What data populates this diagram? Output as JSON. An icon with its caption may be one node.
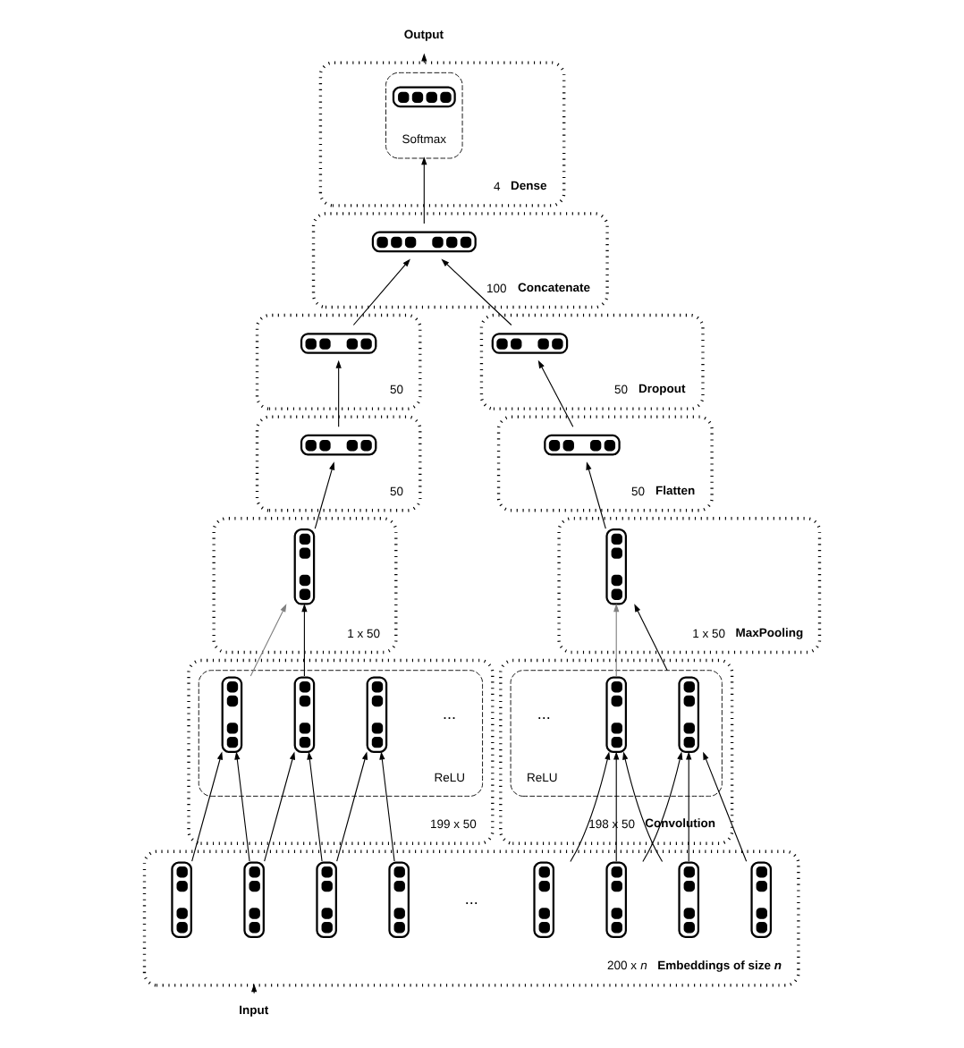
{
  "diagram": {
    "nodes": [
      {
        "text": [
          "Dense"
        ],
        "beside": [
          "4"
        ]
      },
      {
        "text": [
          "Softmax"
        ],
        "in": 0
      },
      {
        "text": [],
        "shape": "capsule",
        "in": 1
      },
      {
        "text": [
          "Concatenate"
        ],
        "beside": [
          "100"
        ]
      },
      {
        "text": [],
        "shape": "capsule",
        "in": 3
      },
      {
        "text": [],
        "shape": "box",
        "beside": [
          "50"
        ]
      },
      {
        "text": [],
        "shape": "capsule",
        "in": 5
      },
      {
        "text": [
          "Dropout"
        ],
        "beside": [
          "50"
        ]
      },
      {
        "text": [],
        "shape": "capsule",
        "in": 7
      },
      {
        "text": [],
        "shape": "box",
        "beside": [
          "50"
        ]
      },
      {
        "text": [],
        "shape": "capsule",
        "in": 9
      },
      {
        "text": [
          "Flatten"
        ],
        "beside": [
          "50"
        ]
      },
      {
        "text": [],
        "shape": "capsule",
        "in": 11
      },
      {
        "text": [],
        "shape": "box",
        "beside": [
          "1 x 50"
        ]
      },
      {
        "text": [],
        "shape": "capsule",
        "in": 13
      },
      {
        "text": [
          "MaxPooling"
        ],
        "beside": [
          "1 x 50"
        ]
      },
      {
        "text": [],
        "shape": "capsule",
        "in": 15
      },
      {
        "text": [],
        "shape": "box",
        "beside": [
          "199 x 50"
        ]
      },
      {
        "text": [
          "ReLU"
        ],
        "in": 17
      },
      {
        "text": [],
        "shape": "capsule",
        "in": 18
      },
      {
        "text": [],
        "shape": "capsule",
        "in": 18
      },
      {
        "text": [],
        "shape": "capsule",
        "in": 18
      },
      {
        "text": [
          "Convolution"
        ],
        "beside": [
          "198 x 50"
        ]
      },
      {
        "text": [
          "ReLU"
        ],
        "in": 22
      },
      {
        "text": [],
        "shape": "capsule",
        "in": 23
      },
      {
        "text": [],
        "shape": "capsule",
        "in": 23
      },
      {
        "text": [
          "Embeddings of size *n*"
        ],
        "beside": [
          "200 x *n*"
        ]
      },
      {
        "text": [],
        "shape": "capsule",
        "in": 26
      },
      {
        "text": [],
        "shape": "capsule",
        "in": 26
      },
      {
        "text": [],
        "shape": "capsule",
        "in": 26
      },
      {
        "text": [],
        "shape": "capsule",
        "in": 26
      },
      {
        "text": [],
        "shape": "capsule",
        "in": 26
      },
      {
        "text": [],
        "shape": "capsule",
        "in": 26
      },
      {
        "text": [],
        "shape": "capsule",
        "in": 26
      },
      {
        "text": [],
        "shape": "capsule",
        "in": 26
      },
      {
        "text": [
          "Output"
        ]
      },
      {
        "text": [
          "Input"
        ]
      }
    ],
    "edges": [
      {
        "from": 0,
        "to": 35,
        "arrow": "to"
      },
      {
        "from": 4,
        "to": 1,
        "arrow": "to"
      },
      {
        "from": 6,
        "to": 4,
        "arrow": "to"
      },
      {
        "from": 8,
        "to": 4,
        "arrow": "to"
      },
      {
        "from": 10,
        "to": 6,
        "arrow": "to"
      },
      {
        "from": 12,
        "to": 8,
        "arrow": "to"
      },
      {
        "from": 14,
        "to": 10,
        "arrow": "to"
      },
      {
        "from": 16,
        "to": 12,
        "arrow": "to"
      },
      {
        "from": 20,
        "to": 14,
        "arrow": "to"
      },
      {
        "from": 19,
        "to": 14,
        "arrow": "to",
        "color": "#808080"
      },
      {
        "from": 23,
        "to": 16,
        "arrow": "to"
      },
      {
        "from": 24,
        "to": 16,
        "arrow": "to",
        "color": "#808080"
      },
      {
        "from": 27,
        "to": 19,
        "arrow": "to"
      },
      {
        "from": 28,
        "to": 19,
        "arrow": "to"
      },
      {
        "from": 28,
        "to": 20,
        "arrow": "to"
      },
      {
        "from": 29,
        "to": 20,
        "arrow": "to"
      },
      {
        "from": 29,
        "to": 21,
        "arrow": "to"
      },
      {
        "from": 30,
        "to": 21,
        "arrow": "to"
      },
      {
        "from": 31,
        "to": 24,
        "arrow": "to"
      },
      {
        "from": 32,
        "to": 24,
        "arrow": "to"
      },
      {
        "from": 33,
        "to": 24,
        "arrow": "to"
      },
      {
        "from": 32,
        "to": 25,
        "arrow": "to"
      },
      {
        "from": 33,
        "to": 25,
        "arrow": "to"
      },
      {
        "from": 34,
        "to": 25,
        "arrow": "to"
      },
      {
        "from": 36,
        "to": 26,
        "arrow": "to"
      }
    ],
    "labels": [
      "...",
      "...",
      "..."
    ]
  }
}
